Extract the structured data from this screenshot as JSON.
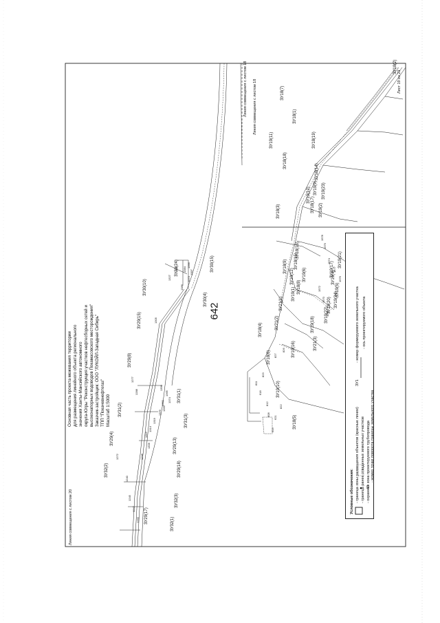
{
  "page_number": "642",
  "title_block": {
    "lines": [
      "Основная часть проекта межевания территории",
      "для размещения линейного объекта регионального",
      "значения Ханты-Мансийского автономного",
      "округа-Югры \"Реконструкция участков нефтесборных сетей и",
      "высоконапорных водоводов Покамасовского месторождения\"",
      "Заказчик-застройщик: ООО \"ЛУКОЙЛ-Западная Сибирь\"",
      "ТПП \"Покачевнефтегаз\"",
      "Масштаб 1:5000"
    ]
  },
  "match_lines": {
    "top": "Линия совмещения с листом 18",
    "right": "Линия совмещения с листом 18",
    "bottom": "Линия совмещения с листом 20"
  },
  "sheet_label": "Лист 19 из 23",
  "zone_labels": [
    "ЗУ30(24)",
    "ЗУ30(10)",
    "ЗУ30(15)",
    "ЗУ30(4)",
    "ЗУ29(15)",
    "ЗУ29(8)",
    "ЗУ31(2)",
    "ЗУ29(4)",
    "ЗУ32(2)",
    "ЗУ31(1)",
    "ЗУ31(3)",
    "ЗУ29(13)",
    "ЗУ29(18)",
    "ЗУ32(3)",
    "ЗУ29(17)",
    "ЗУ32(1)",
    "ЗУ18(3)",
    "ЗУ18(7)",
    "ЗУ18(2)",
    "ЗУ18(1)",
    "ЗУ19(11)",
    "ЗУ18(18)",
    "ЗУ18(19)",
    "ЗУ18(14)",
    "ЗУ19(9)",
    "ЗУ19(12)",
    "ЗУ18(17)",
    "ЗУ19(2)",
    "ЗУ19(23)",
    "ЗУ18(15)",
    "ЗУ18(16)",
    "ЗУ18(8)",
    "ЗУ21(1)",
    "ЗУ21(2)",
    "ЗУ18(4)",
    "ЗУ18(6)",
    "ЗУ19(16)",
    "ЗУ19(10)",
    "ЗУ18(5)",
    "ЗУ21(3)",
    "ЗУ19(22)",
    "ЗУ19(18)",
    "ЗУ19(20)",
    "ЗУ19(24)",
    "ЗУ19(5)",
    "ЗУ19(17)",
    "ЗУ19(21)",
    "ЗУ18(9)",
    "ЗУ18(12)",
    "ЗУ19(4)",
    "ЗУ19(6)",
    "ЗУ19(1)"
  ],
  "point_labels": [
    "1573",
    "1305",
    "1327",
    "1352",
    "1384",
    "1386",
    "1277",
    "1288",
    "1272",
    "1240",
    "1245",
    "1247",
    "1255",
    "1390",
    "1379",
    "1319",
    "1314",
    "1312",
    "1306",
    "1298",
    "1380",
    "1365",
    "1374",
    "1369",
    "1396",
    "1397",
    "1578",
    "1579",
    "1574",
    "1577",
    "1576",
    "1572",
    "1570",
    "1571",
    "808",
    "812",
    "823",
    "827",
    "826",
    "621",
    "822",
    "619",
    "811",
    "618"
  ],
  "legend": {
    "title": "Условные обозначения:",
    "items": [
      {
        "key": "zone",
        "text": "- граница зоны размещения объектов (красные линии)"
      },
      {
        "key": "existing",
        "text": "- граница ранее отведенных земельных участков"
      },
      {
        "key": "axis-zone",
        "text": "- охранная зона проектируемого трубопровода"
      },
      {
        "key": "point",
        "symbol": "43",
        "text": "- номер точки поворота границы земельного участка"
      },
      {
        "key": "zu",
        "symbol": "ЗУ1",
        "text": "- номер формируемого земельного участка"
      },
      {
        "key": "axis",
        "text": "- ось проектируемого объекта"
      }
    ]
  },
  "colors": {
    "line": "#1a1a1a",
    "frame": "#222222",
    "paper": "#ffffff"
  }
}
